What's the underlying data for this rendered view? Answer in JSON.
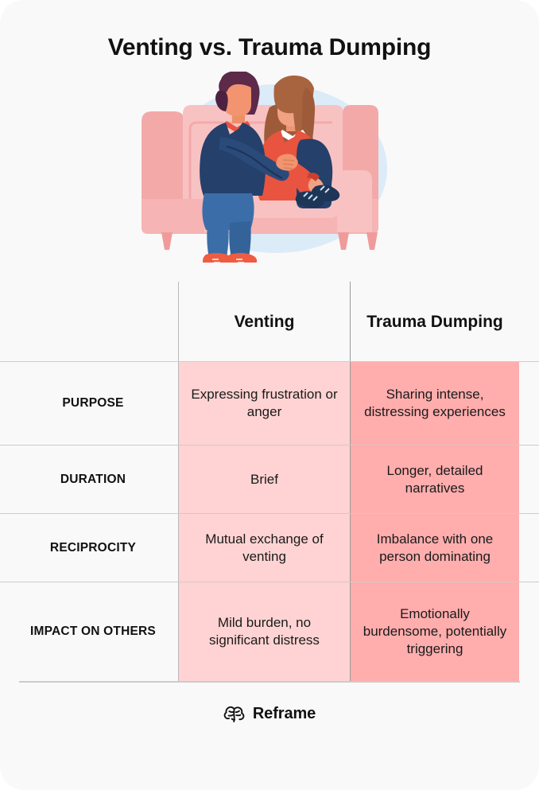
{
  "card": {
    "title": "Venting vs. Trauma Dumping",
    "background_color": "#f9f9f9"
  },
  "illustration": {
    "name": "two-people-on-couch-comforting",
    "alt": "One person comforting another seated on a pink couch",
    "colors": {
      "blue_blob": "#dcebf8",
      "couch_back": "#f4a9a9",
      "couch_light": "#f8c2c2",
      "couch_seat": "#f6b4b4",
      "navy": "#24406b",
      "denim": "#3b6ea8",
      "skin": "#f2946f",
      "hair_dark": "#5d2a4a",
      "hair_brown": "#a8643f",
      "sweater_red": "#e8543f",
      "shoe_red": "#ef5c41"
    }
  },
  "table": {
    "columns": [
      {
        "key": "label",
        "header": ""
      },
      {
        "key": "venting",
        "header": "Venting",
        "color": "#ffd3d3"
      },
      {
        "key": "dumping",
        "header": "Trauma Dumping",
        "color": "#ffadad"
      }
    ],
    "rows": [
      {
        "label": "PURPOSE",
        "venting": "Expressing frustration or anger",
        "dumping": "Sharing intense, distressing experiences"
      },
      {
        "label": "DURATION",
        "venting": "Brief",
        "dumping": "Longer, detailed narratives"
      },
      {
        "label": "RECIPROCITY",
        "venting": "Mutual exchange of venting",
        "dumping": "Imbalance with one person dominating"
      },
      {
        "label": "IMPACT ON OTHERS",
        "venting": "Mild burden, no significant distress",
        "dumping": "Emotionally burdensome, potentially triggering"
      }
    ]
  },
  "footer": {
    "icon": "brain-icon",
    "brand": "Reframe"
  }
}
